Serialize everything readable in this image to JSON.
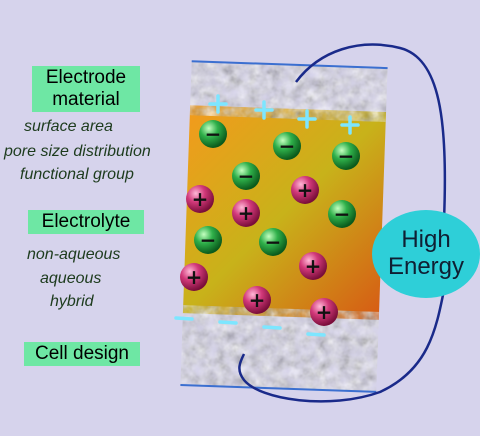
{
  "labels": {
    "electrode": {
      "line1": "Electrode",
      "line2": "material"
    },
    "electrolyte": "Electrolyte",
    "cell_design": "Cell design",
    "high_energy": {
      "line1": "High",
      "line2": "Energy"
    }
  },
  "electrode_properties": [
    "surface area",
    "pore size distribution",
    "functional group"
  ],
  "electrolyte_types": [
    "non-aqueous",
    "aqueous",
    "hybrid"
  ],
  "symbols": {
    "plus": "+",
    "minus": "−"
  },
  "colors": {
    "label_box": "#6ee7a4",
    "high_energy_ellipse": "#2ecfd8",
    "wire": "#1a2a8a",
    "positive_ion": "#d2397a",
    "negative_ion": "#2fb04a",
    "electrode_sign": "#7de6ff"
  }
}
